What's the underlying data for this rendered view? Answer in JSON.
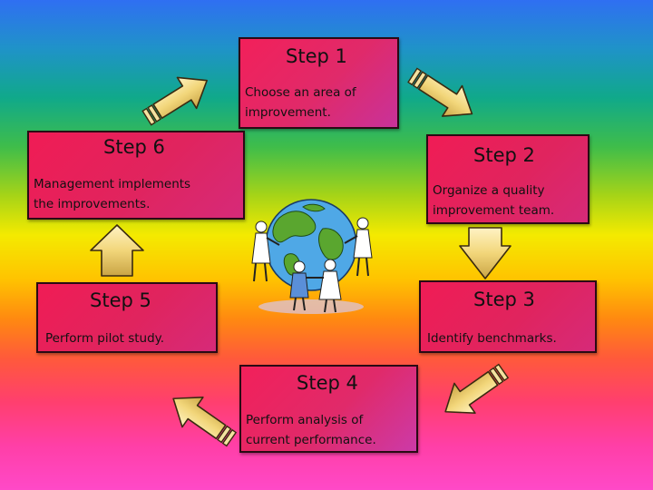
{
  "steps": [
    {
      "title": "Step 1",
      "description": "Choose  an  area of\nimprovement."
    },
    {
      "title": "Step 2",
      "description": "Organize a quality\nimprovement team."
    },
    {
      "title": "Step 3",
      "description": "Identify benchmarks."
    },
    {
      "title": "Step 4",
      "description": "Perform  analysis of\ncurrent  performance."
    },
    {
      "title": "Step 5",
      "description": "Perform  pilot  study."
    },
    {
      "title": "Step 6",
      "description": "Management  implements\nthe  improvements."
    }
  ],
  "colors": {
    "box_fill": "#e0245e",
    "box_border": "#2a0a14",
    "arrow_fill": "#f2d67a",
    "arrow_stroke": "#3a2a10",
    "globe_ocean": "#4fa8e6",
    "globe_land": "#5aa62f"
  },
  "icons": [
    "arrow-icon",
    "globe-people-clipart"
  ]
}
